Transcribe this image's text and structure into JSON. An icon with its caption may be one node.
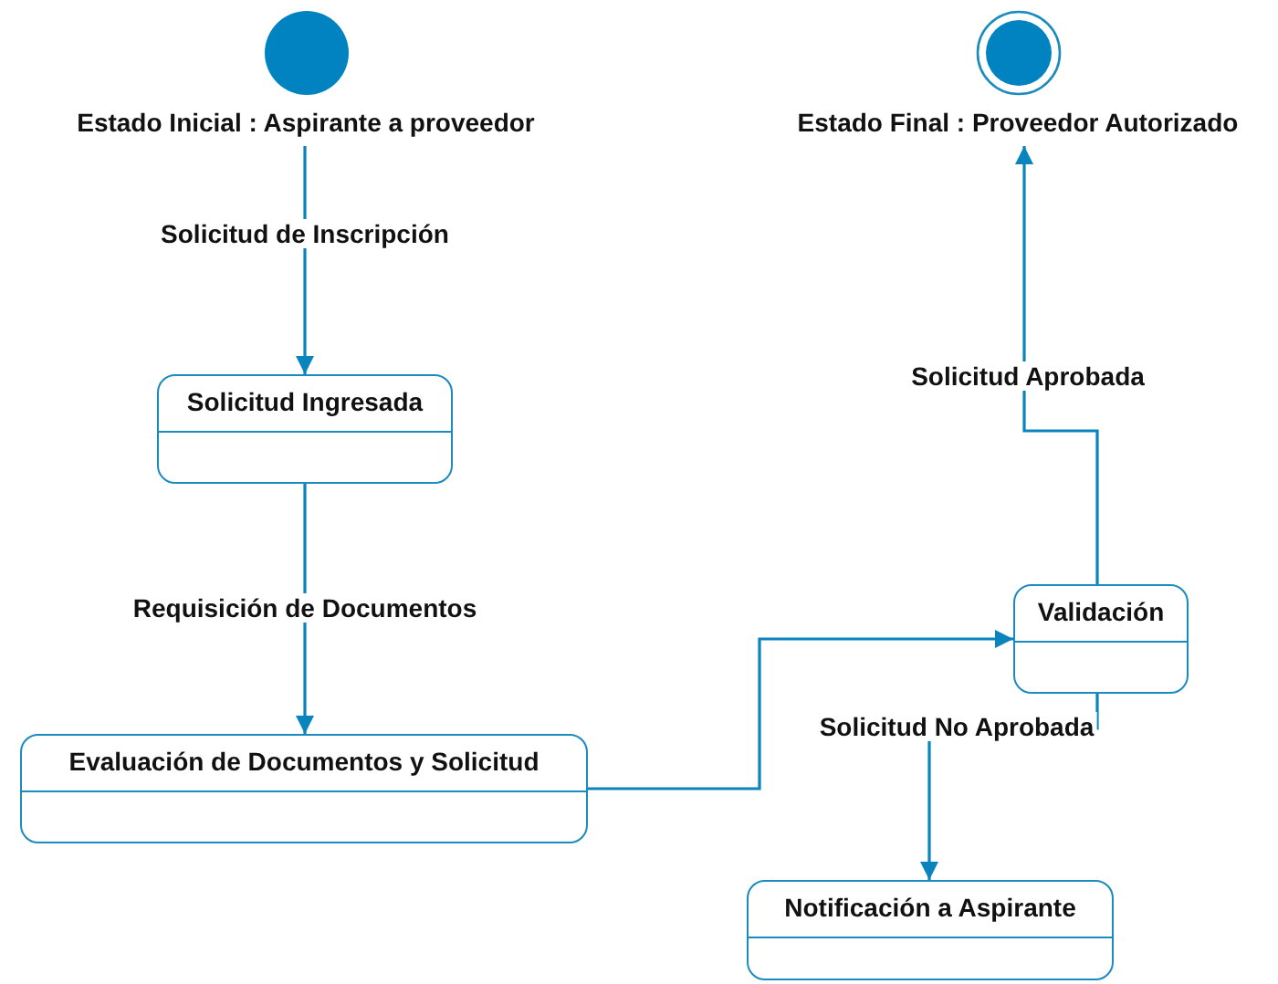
{
  "diagram": {
    "nodes": [
      {
        "text": [
          "Estado Inicial : Aspirante a proveedor"
        ]
      },
      {
        "text": [
          "Estado Final : Proveedor Autorizado"
        ]
      },
      {
        "text": [
          "Solicitud Ingresada"
        ]
      },
      {
        "text": [
          "Evaluación de Documentos y Solicitud"
        ]
      },
      {
        "text": [
          "Validación"
        ]
      },
      {
        "text": [
          "Notificación a Aspirante"
        ]
      }
    ],
    "edges": [
      {
        "from": 0,
        "to": 2,
        "arrow": "to",
        "label": "Solicitud de Inscripción"
      },
      {
        "from": 2,
        "to": 3,
        "arrow": "to",
        "label": "Requisición de Documentos"
      },
      {
        "from": 3,
        "to": 4,
        "arrow": "to"
      },
      {
        "from": 4,
        "to": 1,
        "arrow": "to",
        "label": "Solicitud Aprobada"
      },
      {
        "from": 4,
        "to": 5,
        "arrow": "to",
        "label": "Solicitud No Aprobada"
      }
    ]
  }
}
